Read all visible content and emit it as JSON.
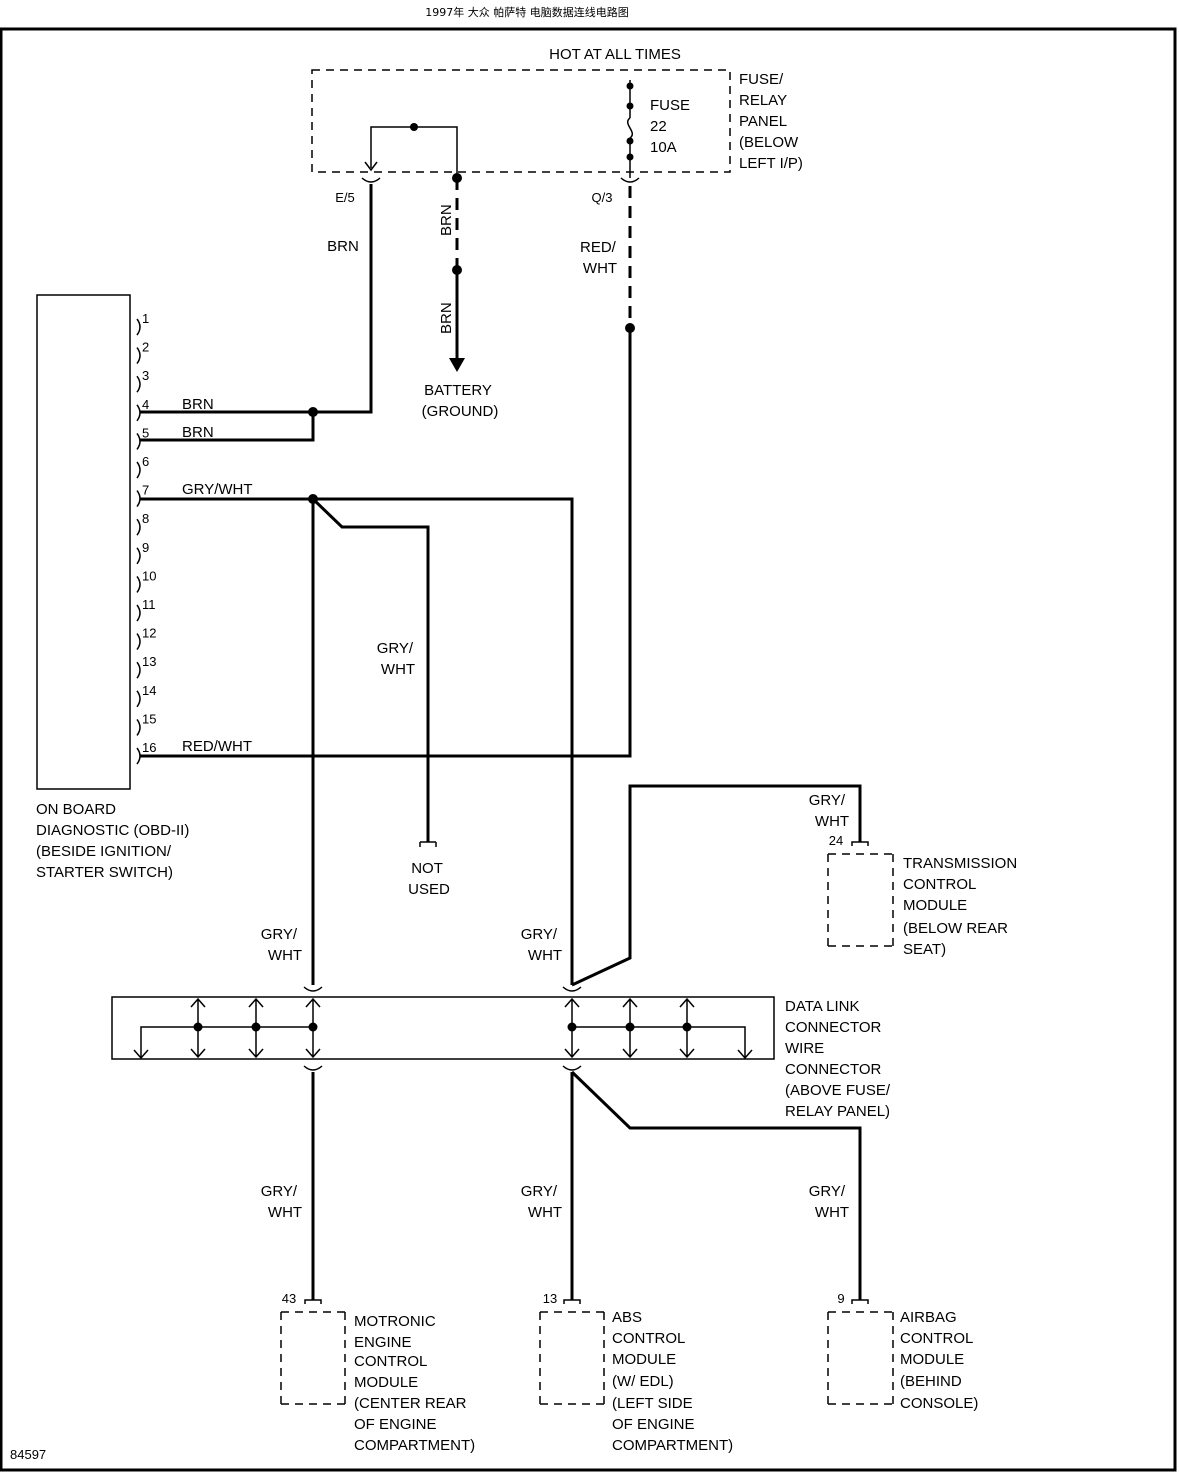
{
  "header": {
    "title": "1997年 大众 帕萨特 电脑数据连线电路图"
  },
  "figure_id": "84597",
  "fuse_panel": {
    "hot_label": "HOT AT ALL TIMES",
    "panel_label": [
      "FUSE/",
      "RELAY",
      "PANEL",
      "(BELOW",
      "LEFT I/P)"
    ],
    "fuse_label": [
      "FUSE",
      "22",
      "10A"
    ],
    "terminal_left": "E/5",
    "terminal_right": "Q/3"
  },
  "battery": {
    "label": [
      "BATTERY",
      "(GROUND)"
    ]
  },
  "obd": {
    "label": [
      "ON BOARD",
      "DIAGNOSTIC (OBD-II)",
      "(BESIDE IGNITION/",
      "STARTER SWITCH)"
    ],
    "pins": [
      "1",
      "2",
      "3",
      "4",
      "5",
      "6",
      "7",
      "8",
      "9",
      "10",
      "11",
      "12",
      "13",
      "14",
      "15",
      "16"
    ],
    "pin_wires": {
      "4": "BRN",
      "5": "BRN",
      "7": "GRY/WHT",
      "16": "RED/WHT"
    }
  },
  "wire_labels": {
    "brn": "BRN",
    "red_wht": [
      "RED/",
      "WHT"
    ],
    "gry_wht": [
      "GRY/",
      "WHT"
    ]
  },
  "not_used": [
    "NOT",
    "USED"
  ],
  "dlc": {
    "label": [
      "DATA LINK",
      "CONNECTOR",
      "WIRE",
      "CONNECTOR",
      "(ABOVE FUSE/",
      "RELAY PANEL)"
    ]
  },
  "modules": {
    "transmission": {
      "pin": "24",
      "label": [
        "TRANSMISSION",
        "CONTROL",
        "MODULE",
        "(BELOW REAR",
        "SEAT)"
      ]
    },
    "motronic": {
      "pin": "43",
      "label": [
        "MOTRONIC",
        "ENGINE",
        "CONTROL",
        "MODULE",
        "(CENTER REAR",
        "OF ENGINE",
        "COMPARTMENT)"
      ]
    },
    "abs": {
      "pin": "13",
      "label": [
        "ABS",
        "CONTROL",
        "MODULE",
        "(W/ EDL)",
        "(LEFT SIDE",
        "OF ENGINE",
        "COMPARTMENT)"
      ]
    },
    "airbag": {
      "pin": "9",
      "label": [
        "AIRBAG",
        "CONTROL",
        "MODULE",
        "(BEHIND",
        "CONSOLE)"
      ]
    }
  }
}
